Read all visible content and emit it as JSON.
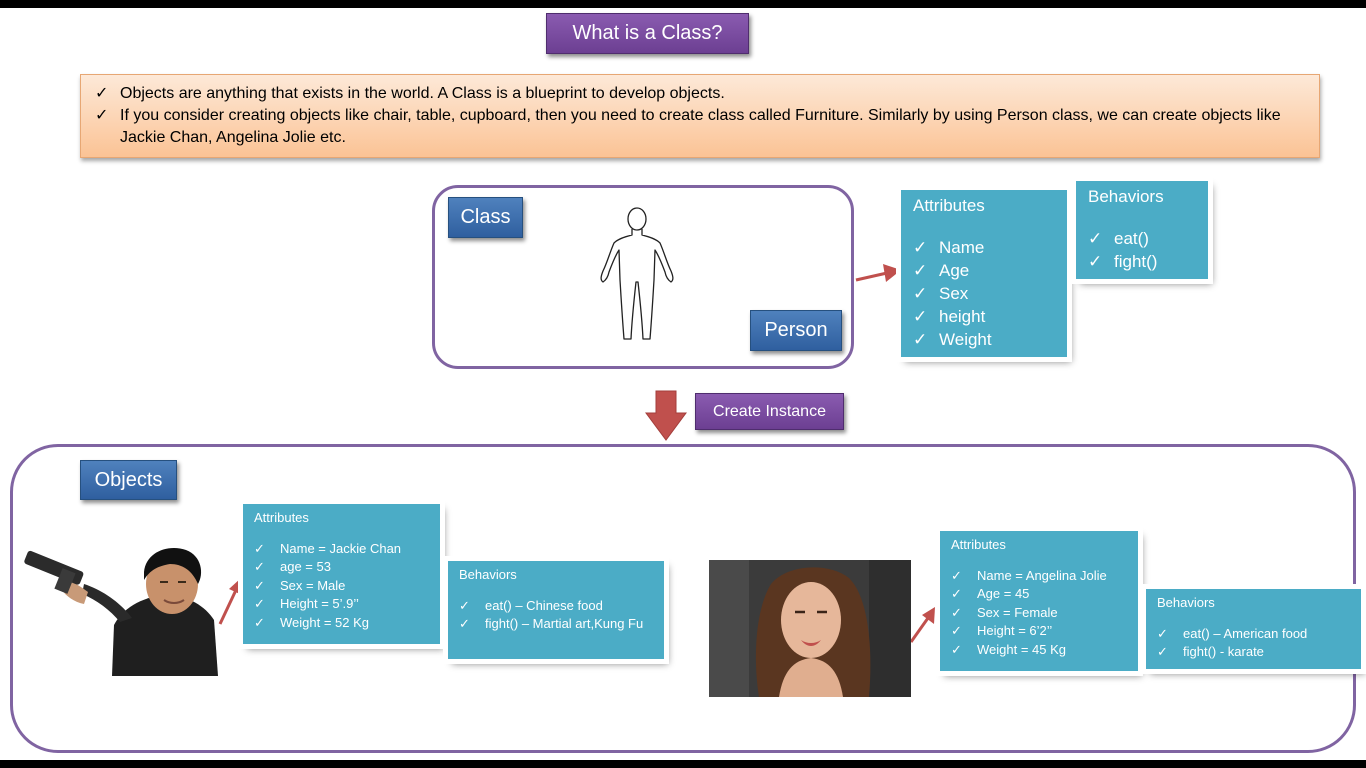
{
  "title": "What is a Class?",
  "intro": {
    "bullets": [
      "Objects are anything that exists in the world. A Class is a blueprint to develop objects.",
      "If you consider creating objects like chair, table, cupboard, then you need to create class called Furniture. Similarly by using Person class, we can create objects like Jackie Chan, Angelina Jolie etc."
    ]
  },
  "class_section": {
    "label": "Class",
    "person_label": "Person",
    "attributes": {
      "heading": "Attributes",
      "items": [
        "Name",
        "Age",
        "Sex",
        "height",
        "Weight"
      ]
    },
    "behaviors": {
      "heading": "Behaviors",
      "items": [
        "eat()",
        "fight()"
      ]
    }
  },
  "create_instance_label": "Create Instance",
  "objects_section": {
    "label": "Objects",
    "jackie": {
      "attributes": {
        "heading": "Attributes",
        "items": [
          "Name = Jackie  Chan",
          "age =  53",
          "Sex = Male",
          "Height = 5’.9’’",
          "Weight = 52 Kg"
        ]
      },
      "behaviors": {
        "heading": "Behaviors",
        "items": [
          "eat() –  Chinese food",
          "fight() – Martial art,Kung Fu"
        ]
      }
    },
    "angelina": {
      "attributes": {
        "heading": "Attributes",
        "items": [
          "Name = Angelina Jolie",
          "Age = 45",
          "Sex =  Female",
          "Height = 6’2’’",
          "Weight = 45 Kg"
        ]
      },
      "behaviors": {
        "heading": "Behaviors",
        "items": [
          "eat() – American food",
          "fight() - karate"
        ]
      }
    }
  },
  "check_glyph": "✓",
  "colors": {
    "purple": "#8064a2",
    "teal": "#4bacc6",
    "blue": "#4f81bd",
    "arrow_red": "#c0504d",
    "intro_fill": "#fbc395"
  }
}
